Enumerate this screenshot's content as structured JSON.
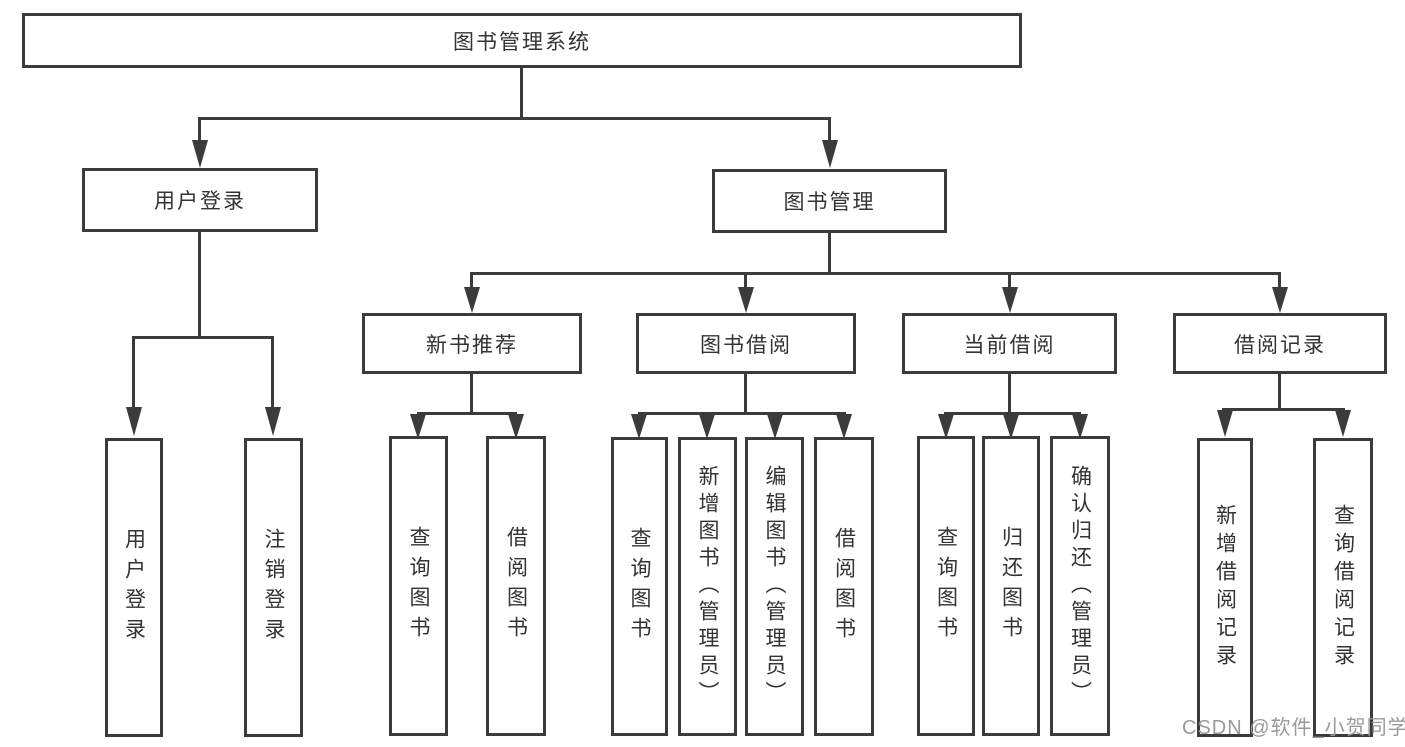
{
  "watermark": "CSDN @软件_小贺同学",
  "colors": {
    "line": "#3b3b3b",
    "text": "#333333",
    "watermark_gray": "#9a9a9a",
    "background": "#ffffff"
  },
  "diagram_type": "hierarchy-tree",
  "tree": {
    "label": "图书管理系统",
    "children": [
      {
        "label": "用户登录",
        "children": [
          {
            "label": "用户登录"
          },
          {
            "label": "注销登录"
          }
        ]
      },
      {
        "label": "图书管理",
        "children": [
          {
            "label": "新书推荐",
            "children": [
              {
                "label": "查询图书"
              },
              {
                "label": "借阅图书"
              }
            ]
          },
          {
            "label": "图书借阅",
            "children": [
              {
                "label": "查询图书"
              },
              {
                "label": "新增图书（管理员）"
              },
              {
                "label": "编辑图书（管理员）"
              },
              {
                "label": "借阅图书"
              }
            ]
          },
          {
            "label": "当前借阅",
            "children": [
              {
                "label": "查询图书"
              },
              {
                "label": "归还图书"
              },
              {
                "label": "确认归还（管理员）"
              }
            ]
          },
          {
            "label": "借阅记录",
            "children": [
              {
                "label": "新增借阅记录"
              },
              {
                "label": "查询借阅记录"
              }
            ]
          }
        ]
      }
    ]
  }
}
